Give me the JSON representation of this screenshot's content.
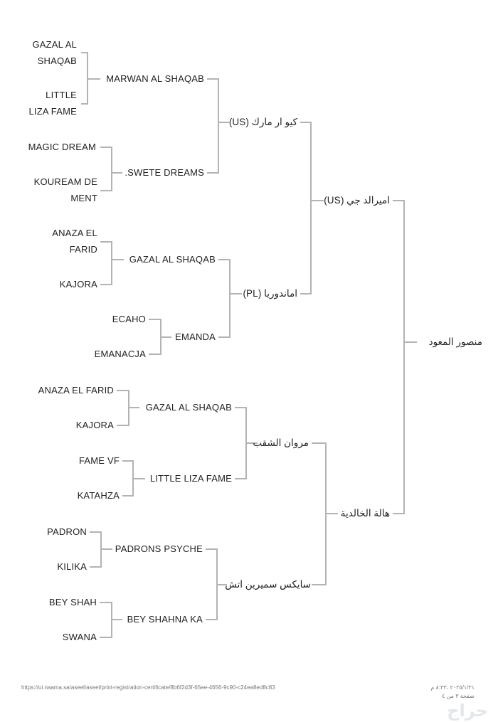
{
  "pedigree": {
    "horse": "منصور المعود",
    "s": "اميرالد جي (US)",
    "d": "هالة الخالدية",
    "ss": "كيو ار مارك (US)",
    "sd": "اماندوريا (PL)",
    "ds": "مروان الشقب",
    "dd": "سايكس سميرين اتش",
    "sss": "MARWAN AL SHAQAB",
    "ssd": ".SWETE DREAMS",
    "sds": "GAZAL AL SHAQAB",
    "sdd": "EMANDA",
    "dss": "GAZAL AL SHAQAB",
    "dsd": "LITTLE LIZA FAME",
    "dds": "PADRONS PSYCHE",
    "ddd": "BEY SHAHNA KA",
    "ssss": [
      "GAZAL AL",
      "SHAQAB"
    ],
    "sssd": [
      "LITTLE",
      "LIZA FAME"
    ],
    "ssds": "MAGIC DREAM",
    "ssdd": [
      "KOUREAM DE",
      "MENT"
    ],
    "sdss": [
      "ANAZA EL",
      "FARID"
    ],
    "sdsd": "KAJORA",
    "sdds": "ECAHO",
    "sddd": "EMANACJA",
    "dsss": "ANAZA EL FARID",
    "dssd": "KAJORA",
    "dsds": "FAME VF",
    "dsdd": "KATAHZA",
    "ddss": "PADRON",
    "ddsd": "KILIKA",
    "ddds": "BEY SHAH",
    "dddd": "SWANA"
  },
  "footer": {
    "url": "https://ui.naama.sa/aseel/aseel/print-registration-certificate/8b6f2d3f-65ee-4656-9c90-c24ea8ed8c83",
    "datetime": "٢٠٢٥/١/٣١ ،٨:٣٣ م",
    "page": "صفحة ٣ من ٤",
    "watermark": "حراج"
  },
  "colors": {
    "line": "#b3b3b3",
    "text": "#222222"
  }
}
